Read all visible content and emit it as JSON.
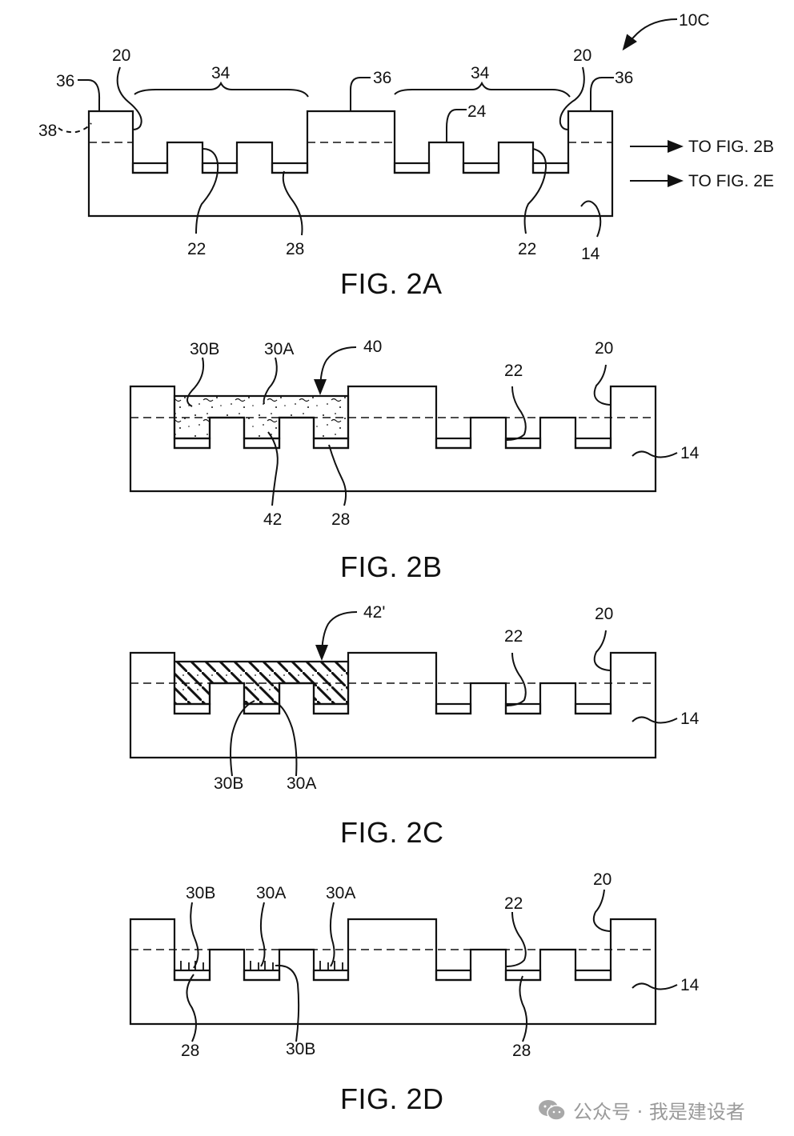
{
  "figures": [
    {
      "id": "2A",
      "title": "FIG. 2A",
      "labels": {
        "ref_10c": "10C",
        "ref_20_left": "20",
        "ref_20_right": "20",
        "ref_34_left": "34",
        "ref_34_right": "34",
        "ref_36_left": "36",
        "ref_36_mid": "36",
        "ref_36_right": "36",
        "ref_38": "38",
        "ref_24": "24",
        "ref_22_left": "22",
        "ref_22_right": "22",
        "ref_28": "28",
        "ref_14": "14"
      },
      "arrows": [
        "TO FIG. 2B",
        "TO FIG. 2E"
      ]
    },
    {
      "id": "2B",
      "title": "FIG. 2B",
      "labels": {
        "ref_30b": "30B",
        "ref_30a": "30A",
        "ref_40": "40",
        "ref_22": "22",
        "ref_20": "20",
        "ref_14": "14",
        "ref_42": "42",
        "ref_28": "28"
      }
    },
    {
      "id": "2C",
      "title": "FIG. 2C",
      "labels": {
        "ref_42p": "42'",
        "ref_22": "22",
        "ref_20": "20",
        "ref_14": "14",
        "ref_30b": "30B",
        "ref_30a": "30A"
      }
    },
    {
      "id": "2D",
      "title": "FIG. 2D",
      "labels": {
        "ref_30b_top": "30B",
        "ref_30a_1": "30A",
        "ref_30a_2": "30A",
        "ref_22": "22",
        "ref_20": "20",
        "ref_14": "14",
        "ref_28_left": "28",
        "ref_30b_bottom": "30B",
        "ref_28_right": "28"
      }
    }
  ],
  "watermark": {
    "icon": "wechat-icon",
    "text": "公众号 · 我是建设者"
  },
  "colors": {
    "ink": "#111111",
    "watermark": "#9a9a9a"
  }
}
